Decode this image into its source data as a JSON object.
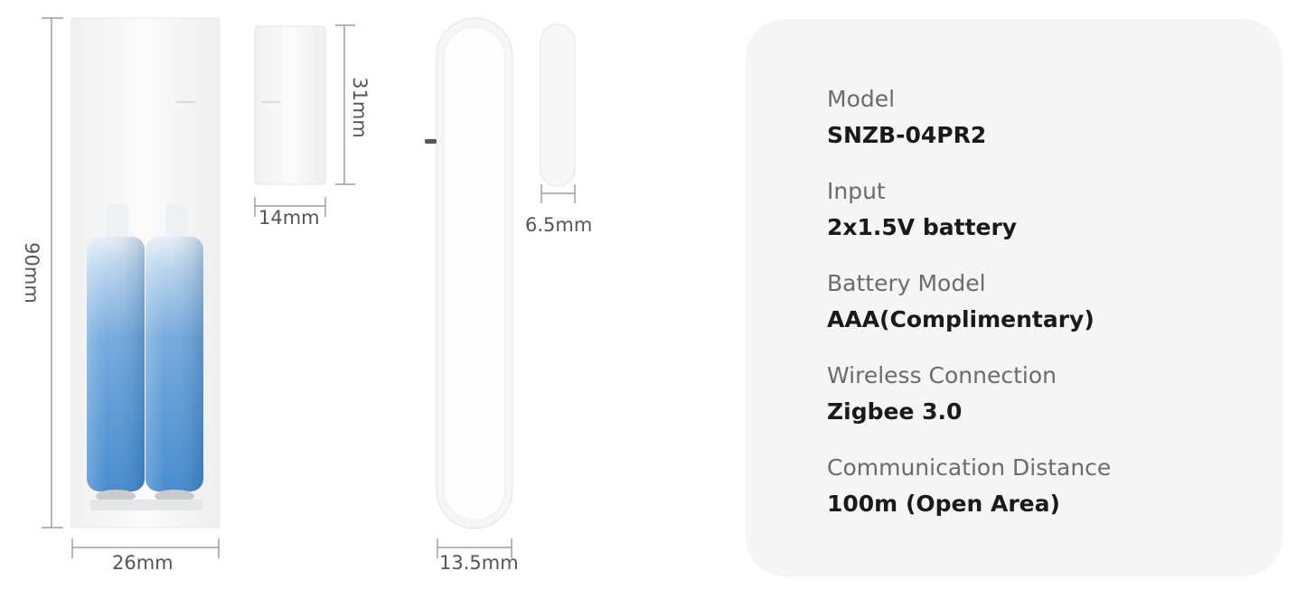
{
  "dimensions": {
    "main_height": "90mm",
    "main_width": "26mm",
    "magnet_height": "31mm",
    "magnet_width": "14mm",
    "side_depth": "13.5mm",
    "magnet_side_depth": "6.5mm"
  },
  "specs": [
    {
      "label": "Model",
      "value": "SNZB-04PR2"
    },
    {
      "label": "Input",
      "value": "2x1.5V battery"
    },
    {
      "label": "Battery Model",
      "value": "AAA(Complimentary)"
    },
    {
      "label": "Wireless Connection",
      "value": "Zigbee 3.0"
    },
    {
      "label": "Communication Distance",
      "value": "100m (Open Area)"
    }
  ],
  "colors": {
    "card_bg": "#f5f5f5",
    "battery_blue": "#4a90d0",
    "dim_line": "#8a8a8a"
  }
}
